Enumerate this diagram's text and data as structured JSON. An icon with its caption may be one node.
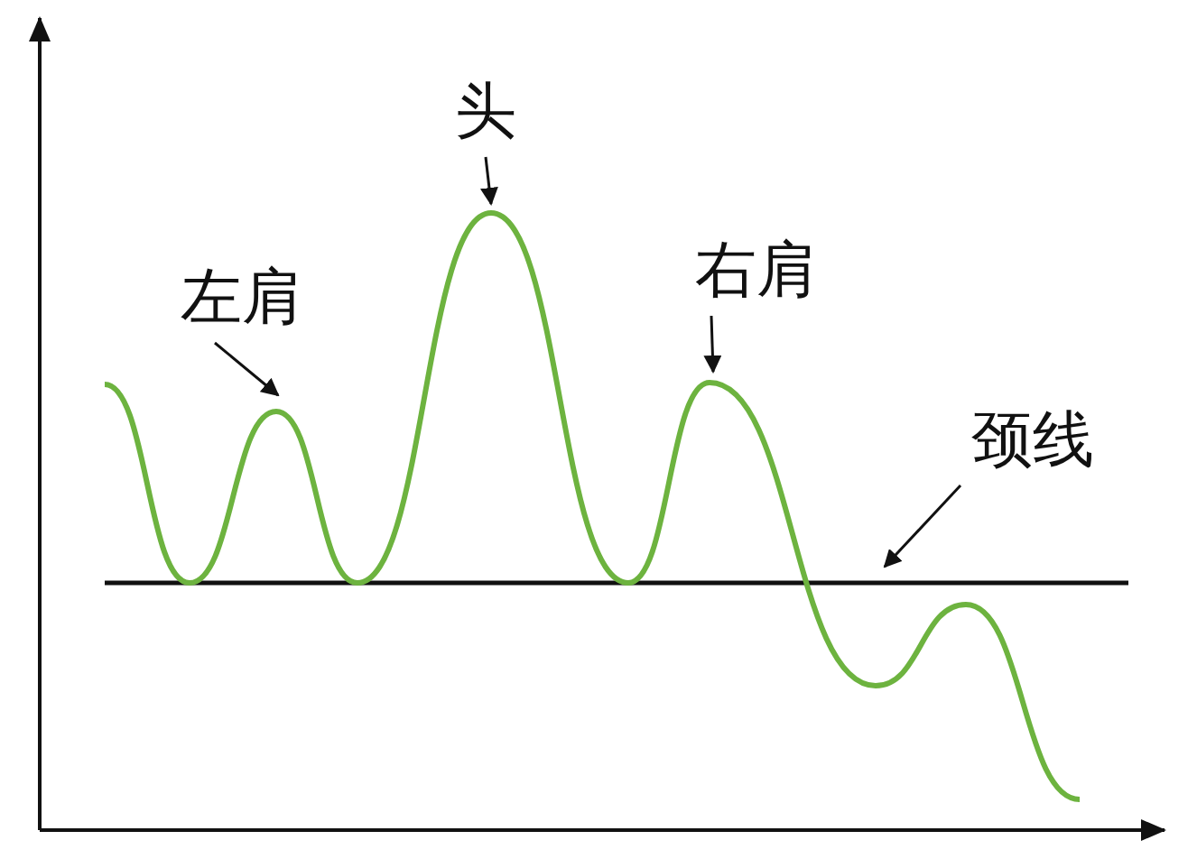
{
  "diagram": {
    "nodes": [
      {
        "text": [
          "头"
        ]
      },
      {
        "text": [
          "左肩"
        ]
      },
      {
        "text": [
          "右肩"
        ]
      },
      {
        "text": [
          "颈线"
        ]
      },
      {
        "text": [],
        "shape": "line"
      }
    ],
    "edges": [
      {
        "from": 0,
        "to": null,
        "arrow": "to"
      },
      {
        "from": 1,
        "to": null,
        "arrow": "to"
      },
      {
        "from": 2,
        "to": null,
        "arrow": "to"
      },
      {
        "from": 3,
        "to": 4,
        "arrow": "to"
      }
    ]
  }
}
